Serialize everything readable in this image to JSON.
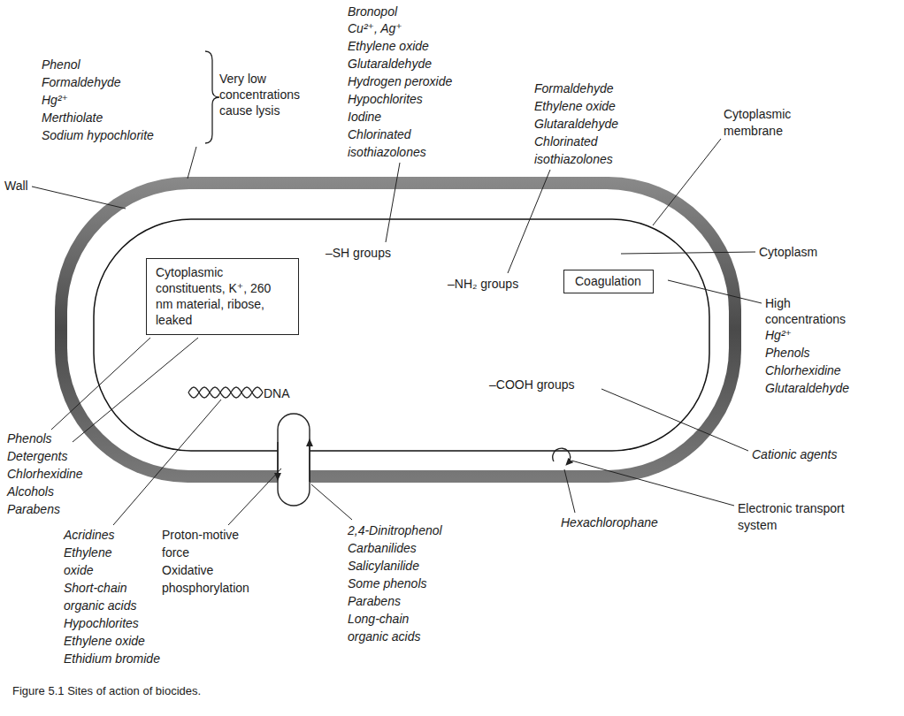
{
  "diagram": {
    "caption": "Figure 5.1 Sites of action of biocides.",
    "nodes": [
      {
        "text": [
          "Cytoplasmic constituents, K⁺, 260 nm material, ribose, leaked"
        ]
      },
      {
        "text": [
          "Coagulation"
        ]
      }
    ],
    "labels": [
      "Phenol",
      "Formaldehyde",
      "Hg²⁺",
      "Merthiolate",
      "Sodium hypochlorite",
      "Very low",
      "concentrations",
      "cause lysis",
      "Bronopol",
      "Cu²⁺, Ag⁺",
      "Ethylene oxide",
      "Glutaraldehyde",
      "Hydrogen peroxide",
      "Hypochlorites",
      "Iodine",
      "Chlorinated",
      "isothiazolones",
      "Formaldehyde",
      "Ethylene oxide",
      "Glutaraldehyde",
      "Chlorinated",
      "isothiazolones",
      "Cytoplasmic",
      "membrane",
      "Wall",
      "–SH groups",
      "–NH₂ groups",
      "Cytoplasm",
      "High",
      "concentrations",
      "Hg²⁺",
      "Phenols",
      "Chlorhexidine",
      "Glutaraldehyde",
      "DNA",
      "–COOH groups",
      "Cationic agents",
      "Phenols",
      "Detergents",
      "Chlorhexidine",
      "Alcohols",
      "Parabens",
      "Hexachlorophane",
      "Electronic transport",
      "system",
      "Acridines",
      "Ethylene",
      "oxide",
      "Short-chain",
      "organic acids",
      "Hypochlorites",
      "Ethylene oxide",
      "Ethidium bromide",
      "Proton-motive",
      "force",
      "Oxidative",
      "phosphorylation",
      "2,4-Dinitrophenol",
      "Carbanilides",
      "Salicylanilide",
      "Some phenols",
      "Parabens",
      "Long-chain",
      "organic acids"
    ]
  }
}
